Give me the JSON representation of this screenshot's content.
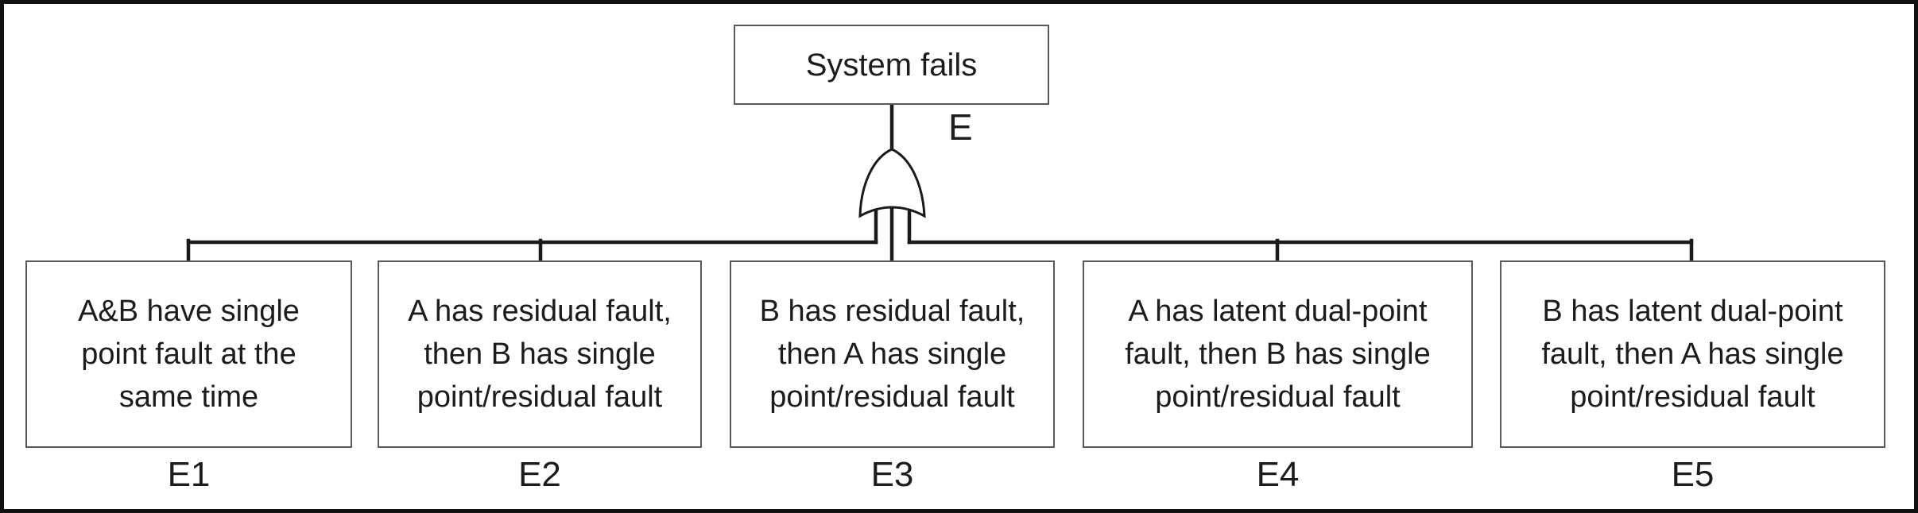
{
  "diagram": {
    "kind": "fault-tree",
    "top_event": {
      "text": "System fails",
      "gate_label": "E",
      "gate_type": "OR"
    },
    "children": [
      {
        "id": "E1",
        "text": "A&B have single\npoint fault at the\nsame time"
      },
      {
        "id": "E2",
        "text": "A has residual fault,\nthen B has single\npoint/residual fault"
      },
      {
        "id": "E3",
        "text": "B has residual fault,\nthen A has single\npoint/residual fault"
      },
      {
        "id": "E4",
        "text": "A has latent dual-point\nfault, then B has single\npoint/residual fault"
      },
      {
        "id": "E5",
        "text": "B has latent dual-point\nfault, then A has single\npoint/residual fault"
      }
    ],
    "colors": {
      "line": "#1a1a1a",
      "box_border": "#595959",
      "background": "#ffffff",
      "outer_border": "#111111"
    }
  }
}
